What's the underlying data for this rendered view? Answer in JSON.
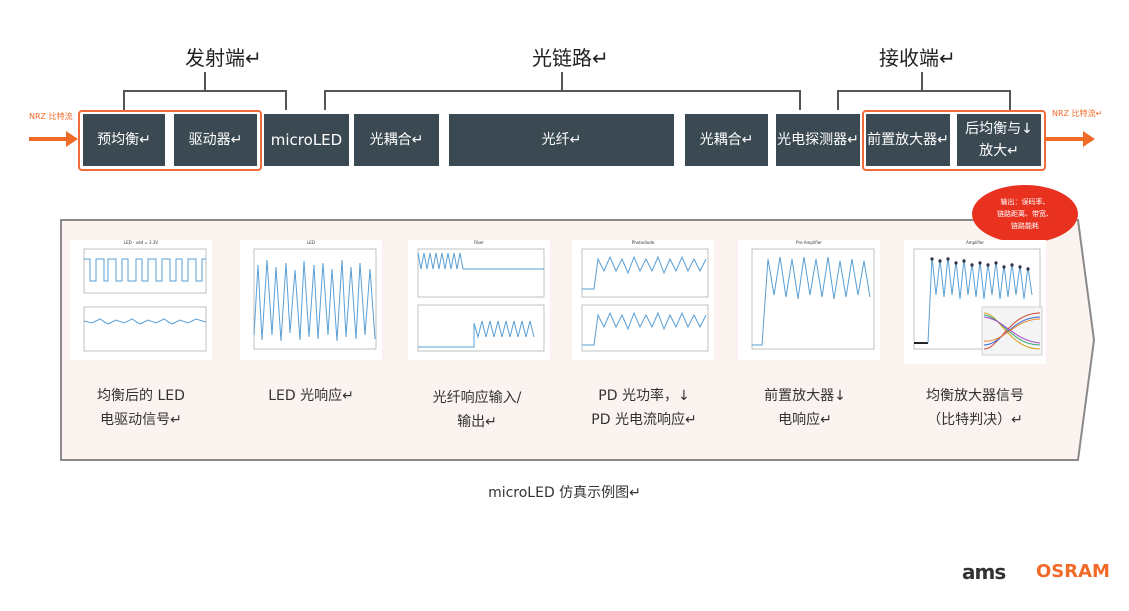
{
  "groups": {
    "tx": "发射端↵",
    "link": "光链路↵",
    "rx": "接收端↵"
  },
  "signal": {
    "input": "NRZ 比特流",
    "output": "NRZ 比特流↵"
  },
  "blocks": {
    "pre_eq": "预均衡↵",
    "driver": "驱动器↵",
    "microled": "microLED",
    "coupler_in": "光耦合↵",
    "fiber": "光纤↵",
    "coupler_out": "光耦合↵",
    "photodetector": "光电探测器↵",
    "preamp": "前置放大器↵",
    "post_eq_line1": "后均衡与↓",
    "post_eq_line2": "放大↵"
  },
  "output_bubble": {
    "line1": "输出：误码率、",
    "line2": "链路距离、带宽、",
    "line3": "链路能耗"
  },
  "plots": [
    {
      "title": "LED - vdd = 3.3V"
    },
    {
      "title": "LED"
    },
    {
      "title": "Fiber"
    },
    {
      "title": "Photodiode"
    },
    {
      "title": "Pre Amplifier"
    },
    {
      "title": "Amplifier"
    }
  ],
  "captions": {
    "c1_line1": "均衡后的 LED",
    "c1_line2": "电驱动信号↵",
    "c2_line1": "LED 光响应↵",
    "c3_line1": "光纤响应输入/",
    "c3_line2": "输出↵",
    "c4_line1": "PD 光功率，↓",
    "c4_line2": "PD 光电流响应↵",
    "c5_line1": "前置放大器↓",
    "c5_line2": "电响应↵",
    "c6_line1": "均衡放大器信号",
    "c6_line2": "（比特判决）↵"
  },
  "figure_caption": "microLED 仿真示例图↵",
  "brand": {
    "ams": "ams",
    "osram": "OSRAM"
  },
  "colors": {
    "block": "#3b4a52",
    "accent": "#f06a28",
    "bubble": "#e8311f",
    "trace": "#5a9fd4",
    "panel": "#fbf3ef"
  }
}
